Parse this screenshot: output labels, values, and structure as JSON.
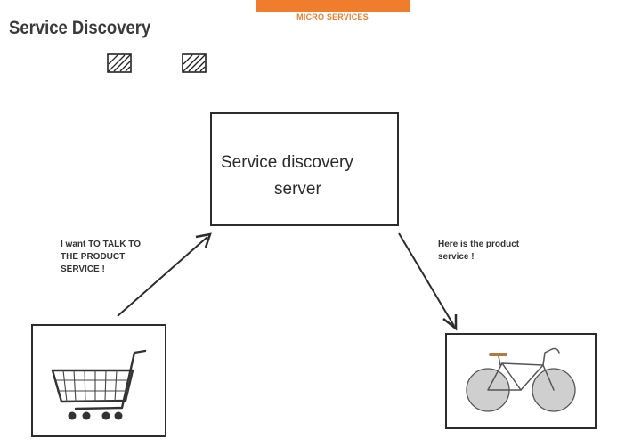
{
  "colors": {
    "accent": "#f07d2e",
    "ink": "#2c2c2c",
    "wheel_fill": "#cfcfcf",
    "saddle": "#b8773a"
  },
  "banner": {
    "label": "MICRO SERVICES"
  },
  "title": "Service Discovery",
  "icons": [
    "hatched-square-icon",
    "hatched-square-icon",
    "shopping-cart-icon",
    "bicycle-icon"
  ],
  "server": {
    "line1": "Service discovery",
    "line2": "server"
  },
  "request_note": [
    "I want TO TALK TO",
    "THE PRODUCT",
    "SERVICE !"
  ],
  "response_note": [
    "Here is the product",
    "service !"
  ]
}
